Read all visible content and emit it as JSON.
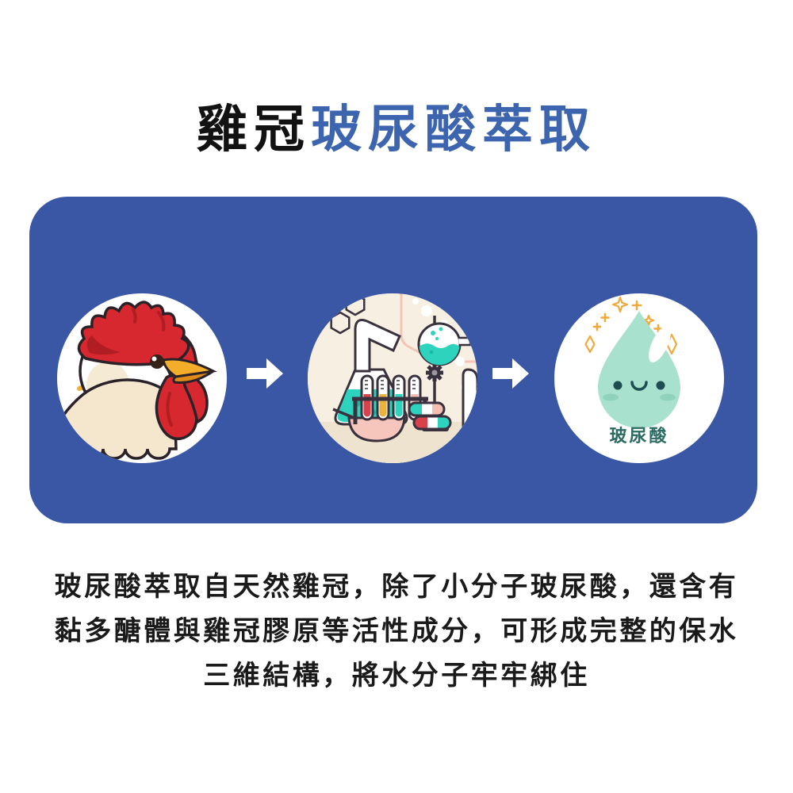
{
  "title": {
    "highlight_dark": "雞冠",
    "highlight_blue": "玻尿酸萃取"
  },
  "process": {
    "steps": [
      {
        "id": "rooster-comb-source",
        "caption": ""
      },
      {
        "id": "lab-extraction",
        "caption": ""
      },
      {
        "id": "hyaluronic-acid-drop",
        "caption": "玻尿酸"
      }
    ]
  },
  "description": {
    "lines": [
      "玻尿酸萃取自天然雞冠，除了小分子玻尿酸，還含有",
      "黏多醣體與雞冠膠原等活性成分，可形成完整的保水",
      "三維結構，將水分子牢牢綁住"
    ]
  },
  "colors": {
    "panel_blue": "#3A57A6",
    "title_blue": "#3D64AE",
    "title_dark": "#121212",
    "text_black": "#1A1A1A",
    "label_teal": "#2B6B62",
    "drop_mint": "#A8E1CE",
    "drop_face_teal": "#1E4E52",
    "sparkle_orange": "#EFA93D",
    "lab_cream": "#F7F0E2",
    "teal_liquid": "#2ED3BD",
    "rooster_red": "#D6282E",
    "rooster_body_cream": "#F4E7CE",
    "outline_dark": "#39323E"
  }
}
